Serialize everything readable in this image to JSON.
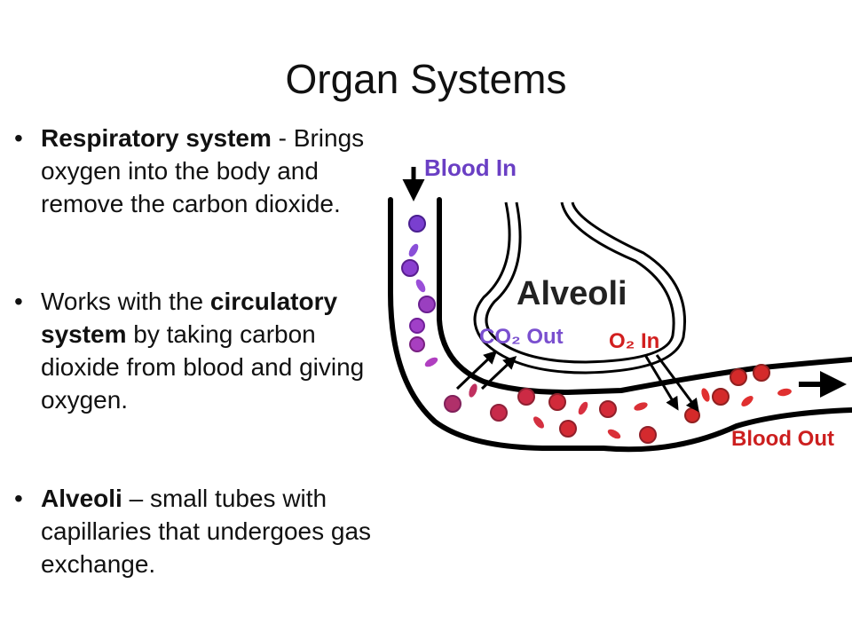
{
  "slide": {
    "title": "Organ Systems",
    "bullets": [
      {
        "bold": "Respiratory system",
        "rest": " - Brings oxygen into the body and remove the carbon dioxide."
      },
      {
        "pre": "Works with the ",
        "bold": "circulatory system",
        "rest": " by taking carbon dioxide from blood and giving oxygen."
      },
      {
        "bold": "Alveoli",
        "rest": " – small tubes with capillaries that undergoes gas exchange."
      }
    ],
    "bullet_symbol": "•"
  },
  "diagram": {
    "blood_in": "Blood In",
    "alveoli": "Alveoli",
    "co2_out": "CO₂ Out",
    "o2_in": "O₂ In",
    "blood_out": "Blood Out",
    "colors": {
      "blood_in": "#6a3fc4",
      "co2": "#7a4fcf",
      "o2": "#d21f1f",
      "blood_out": "#cc1f1f",
      "deoxy_cell": "#8a3fd0",
      "oxy_cell": "#d1222e"
    }
  }
}
